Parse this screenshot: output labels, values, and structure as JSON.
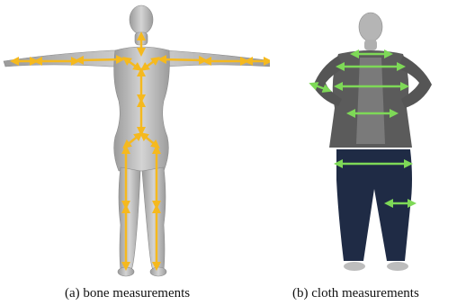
{
  "figure": {
    "panels": [
      {
        "caption": "(a) bone measurements",
        "subject": "t-pose-body-mesh",
        "measurement_kind": "bone",
        "arrow_color": "#f5b91e"
      },
      {
        "caption": "(b) cloth measurements",
        "subject": "clothed-person-photo",
        "measurement_kind": "cloth",
        "arrow_color": "#7ed957"
      }
    ]
  }
}
